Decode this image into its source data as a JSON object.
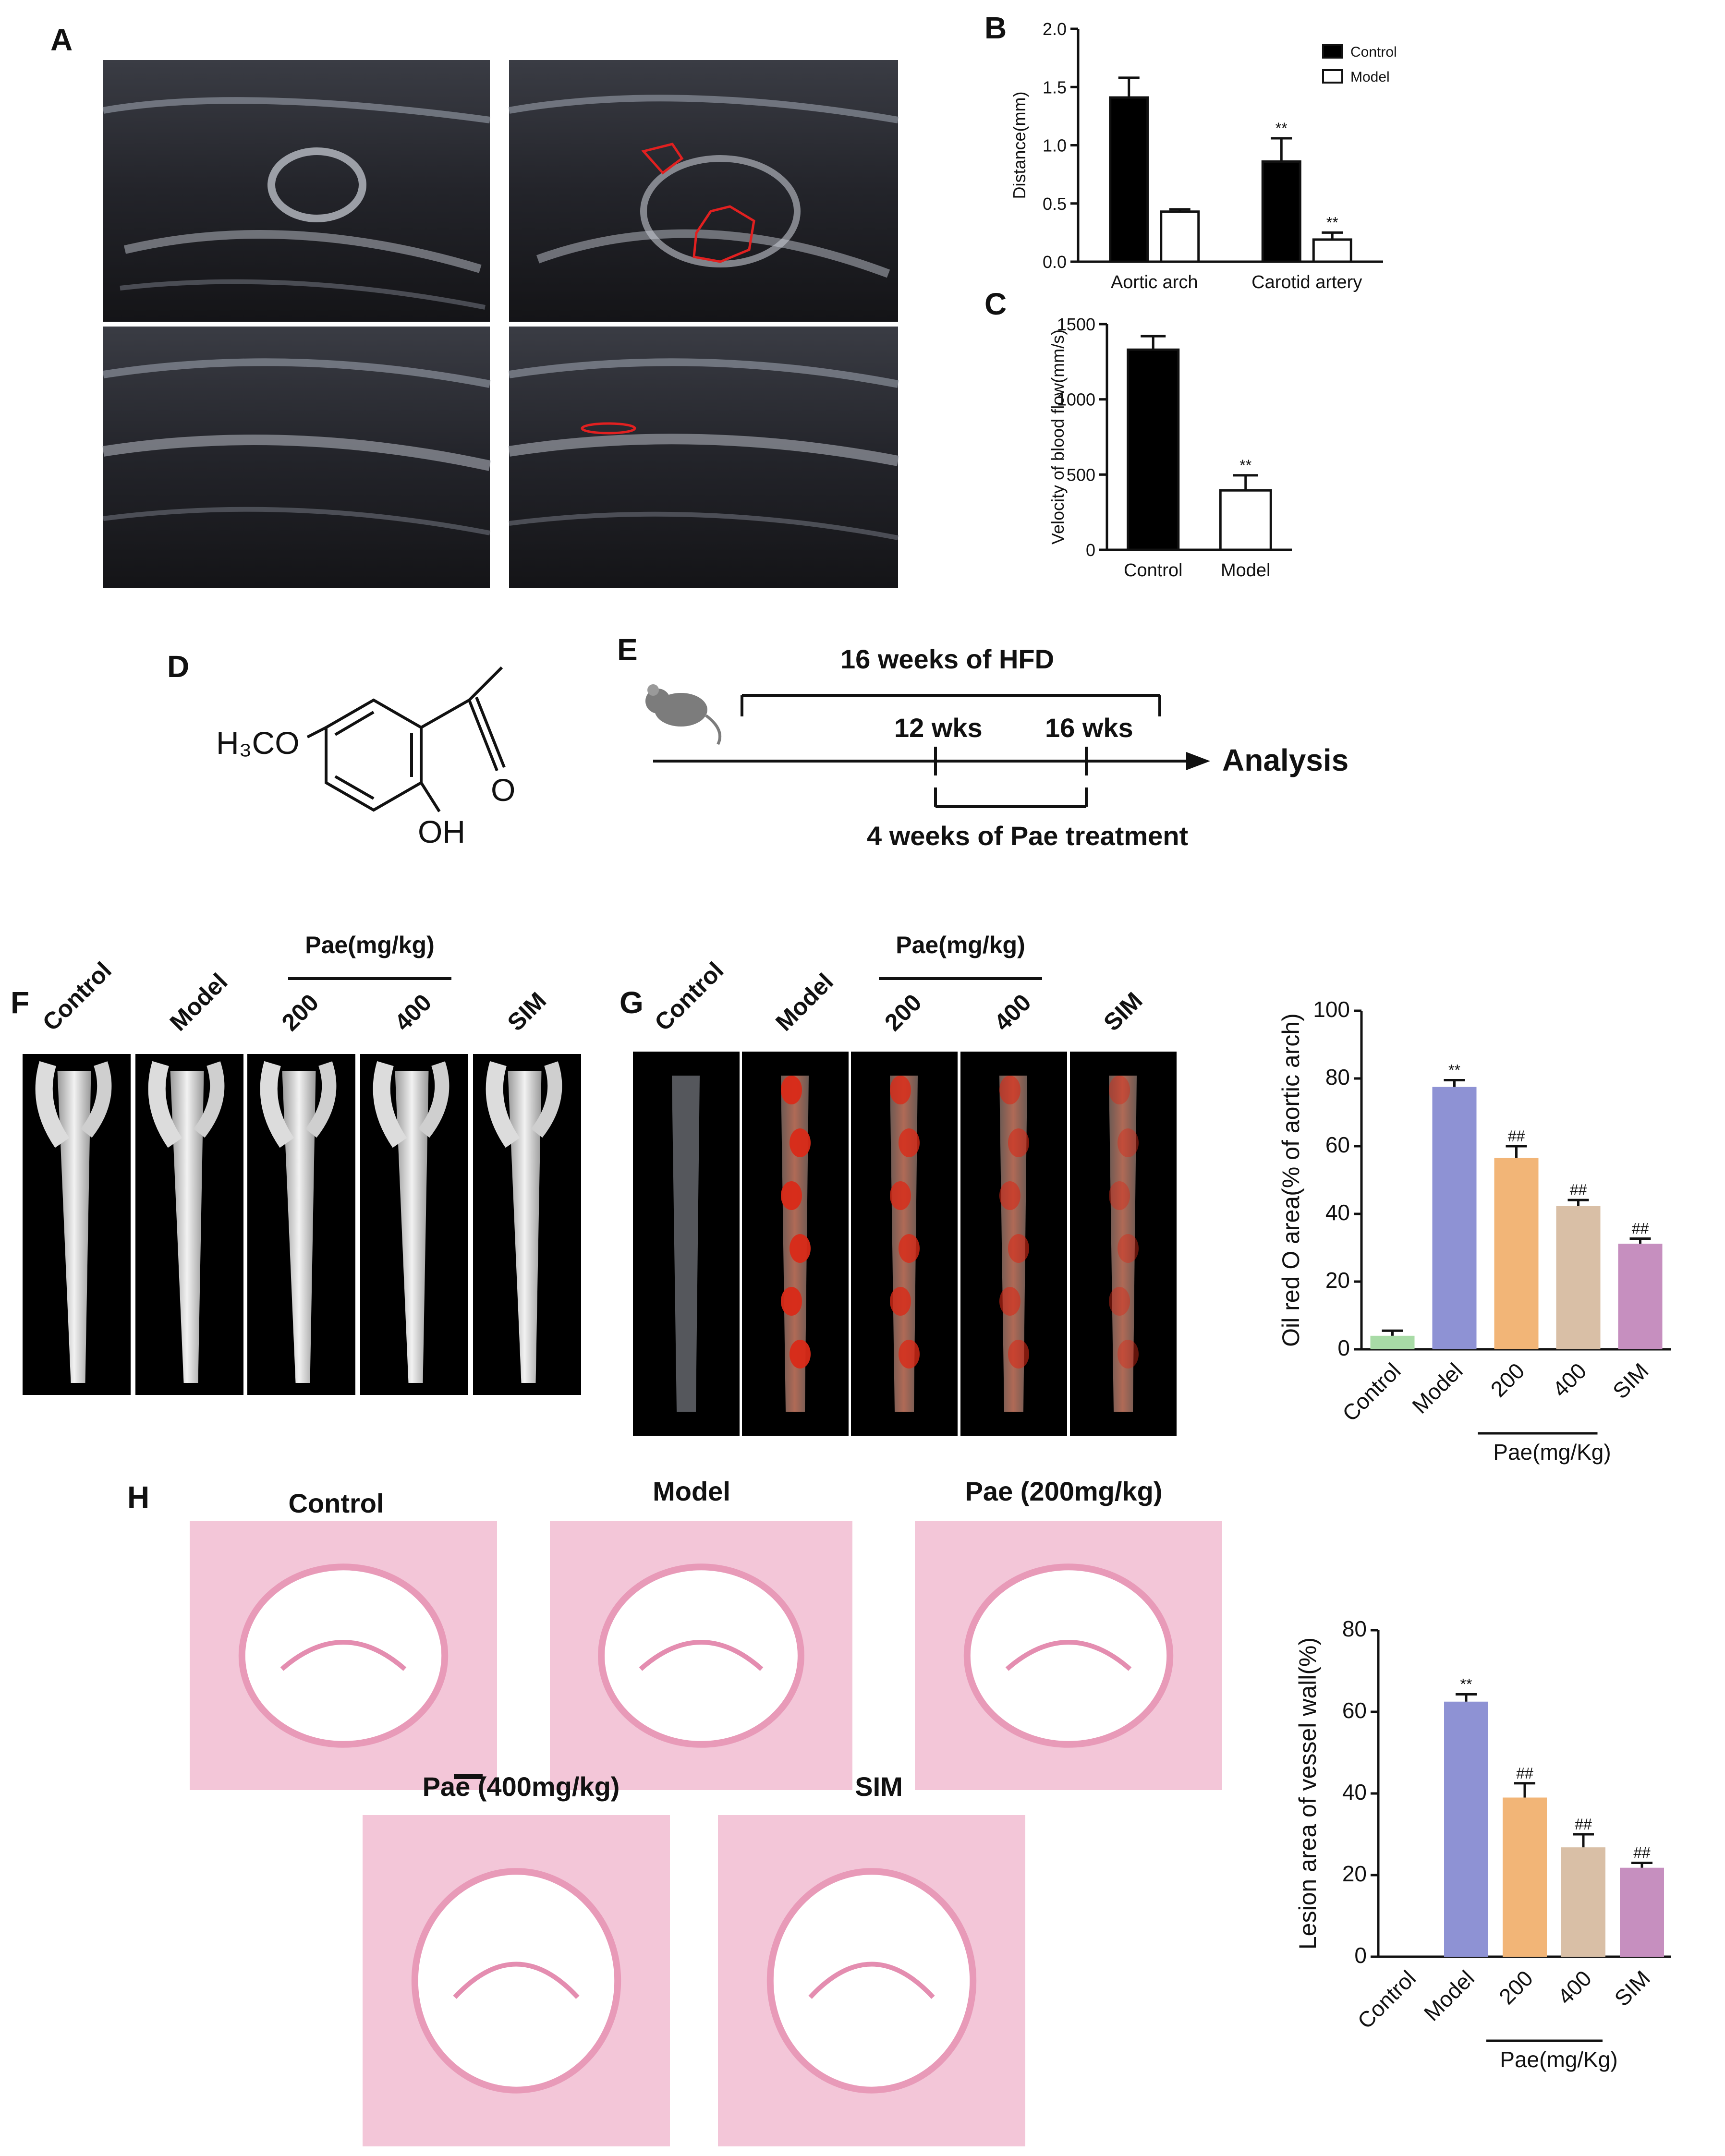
{
  "panels": {
    "A": "A",
    "B": "B",
    "C": "C",
    "D": "D",
    "E": "E",
    "F": "F",
    "G": "G",
    "H": "H"
  },
  "chart_data": [
    {
      "id": "B",
      "type": "bar",
      "categories": [
        "Aortic arch",
        "Carotid artery"
      ],
      "series": [
        {
          "name": "Control",
          "values": [
            1.41,
            0.86
          ],
          "errors": [
            0.17,
            0.2
          ],
          "fill": "#000000"
        },
        {
          "name": "Model",
          "values": [
            0.43,
            0.19
          ],
          "errors": [
            0.02,
            0.06
          ],
          "fill": "#ffffff"
        }
      ],
      "significance": [
        [
          "",
          "**"
        ],
        [
          "",
          "**"
        ]
      ],
      "ylabel": "Distance(mm)",
      "ylim": [
        0,
        2.0
      ],
      "yticks": [
        "0.0",
        "0.5",
        "1.0",
        "1.5",
        "2.0"
      ],
      "legend": "top-right"
    },
    {
      "id": "C",
      "type": "bar",
      "categories": [
        "Control",
        "Model"
      ],
      "values": [
        1330,
        395
      ],
      "errors": [
        90,
        100
      ],
      "fills": [
        "#000000",
        "#ffffff"
      ],
      "significance": [
        "",
        "**"
      ],
      "ylabel": "Velocity of blood flow(mm/s)",
      "ylim": [
        0,
        1500
      ],
      "yticks": [
        "0",
        "500",
        "1000",
        "1500"
      ]
    },
    {
      "id": "G-bar",
      "type": "bar",
      "categories": [
        "Control",
        "Model",
        "200",
        "400",
        "SIM"
      ],
      "values": [
        4,
        77.5,
        56.5,
        42.3,
        31.2
      ],
      "errors": [
        1.5,
        2,
        3.5,
        1.8,
        1.5
      ],
      "fills": [
        "#a8dba6",
        "#8e92d4",
        "#f2b577",
        "#d9bfa6",
        "#c68fbf"
      ],
      "significance": [
        "",
        "**",
        "##",
        "##",
        "##"
      ],
      "ylabel": "Oil red O area(% of aortic arch)",
      "ylim": [
        0,
        100
      ],
      "yticks": [
        "0",
        "20",
        "40",
        "60",
        "80",
        "100"
      ],
      "group_label": "Pae(mg/Kg)"
    },
    {
      "id": "H-bar",
      "type": "bar",
      "categories": [
        "Control",
        "Model",
        "200",
        "400",
        "SIM"
      ],
      "values": [
        0,
        62.5,
        39,
        26.8,
        21.8
      ],
      "errors": [
        0,
        1.8,
        3.5,
        3.2,
        1.2
      ],
      "fills": [
        "#a8dba6",
        "#8e92d4",
        "#f2b577",
        "#d9bfa6",
        "#c68fbf"
      ],
      "significance": [
        "",
        "**",
        "##",
        "##",
        "##"
      ],
      "ylabel": "Lesion area of vessel wall(%)",
      "ylim": [
        0,
        80
      ],
      "yticks": [
        "0",
        "20",
        "40",
        "60",
        "80"
      ],
      "group_label": "Pae(mg/Kg)"
    }
  ],
  "structure": {
    "h3co": "H₃CO",
    "oh": "OH",
    "o": "O"
  },
  "timeline": {
    "hfd": "16 weeks of HFD",
    "wk12": "12 wks",
    "wk16": "16 wks",
    "analysis": "Analysis",
    "treatment": "4 weeks of Pae treatment"
  },
  "panel_f": {
    "labels": [
      "Control",
      "Model",
      "200",
      "400",
      "SIM"
    ],
    "group": "Pae(mg/kg)"
  },
  "panel_g": {
    "labels": [
      "Control",
      "Model",
      "200",
      "400",
      "SIM"
    ],
    "group": "Pae(mg/kg)"
  },
  "panel_h": {
    "titles": [
      "Control",
      "Model",
      "Pae (200mg/kg)",
      "Pae (400mg/kg)",
      "SIM"
    ]
  },
  "colors": {
    "ultrasound_bg": "#1b1b1d",
    "he_stain": "#f3c6d8",
    "lesion_outline": "#e12020",
    "oil_red": "#d92a18"
  }
}
